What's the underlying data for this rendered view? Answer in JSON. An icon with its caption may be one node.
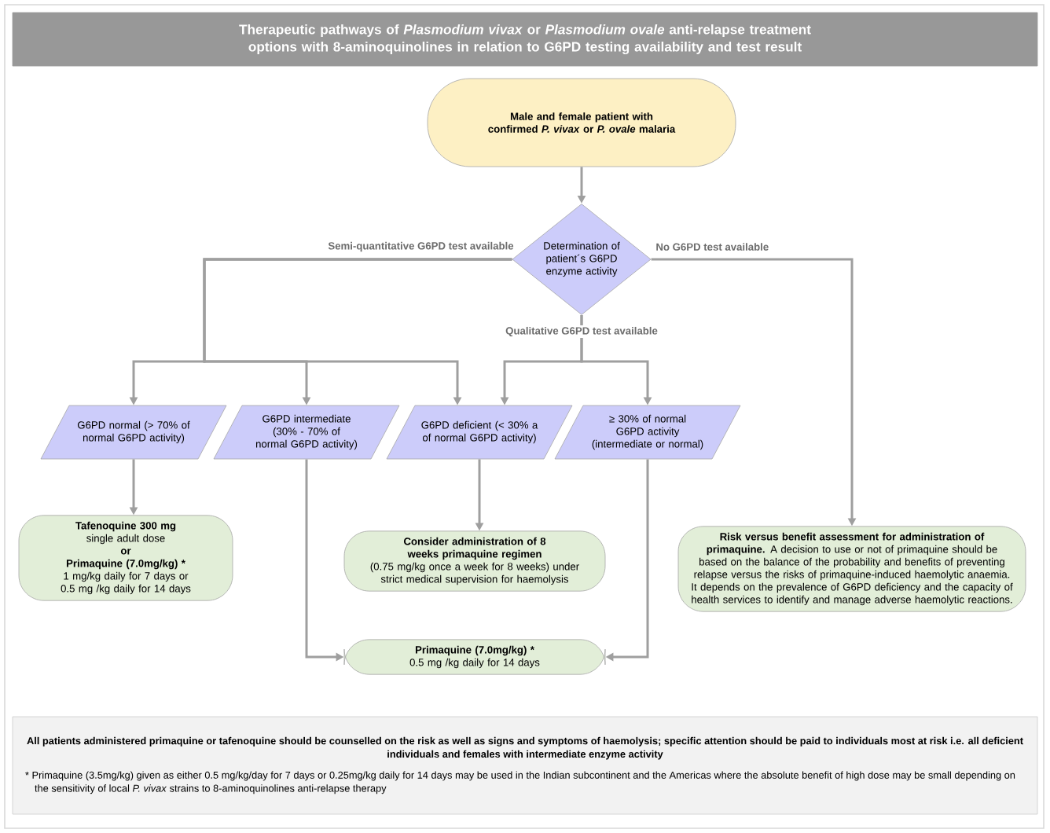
{
  "diagram": {
    "title": "Therapeutic pathways of *Plasmodium vivax* or *Plasmodium ovale* anti-relapse treatment options with 8-aminoquinolines in relation to G6PD testing availability and test result",
    "nodes": [
      {
        "text": [
          "Male and female patient with confirmed *P. vivax* or *P. ovale* malaria"
        ]
      },
      {
        "text": [
          "Determination of patient´s G6PD enzyme activity"
        ]
      },
      {
        "text": [
          "G6PD normal (> 70% of normal G6PD activity)"
        ]
      },
      {
        "text": [
          "G6PD intermediate (30% - 70% of normal G6PD activity)"
        ]
      },
      {
        "text": [
          "G6PD deficient (< 30% a of normal G6PD activity)"
        ]
      },
      {
        "text": [
          "≥ 30% of normal G6PD activity (intermediate or normal)"
        ]
      },
      {
        "text": [
          "Tafenoquine 300 mg",
          "single adult dose",
          "or",
          "Primaquine (7.0mg/kg) *",
          "1 mg/kg daily for 7 days or 0.5 mg /kg daily for 14 days"
        ]
      },
      {
        "text": [
          "Consider administration of 8 weeks primaquine regimen",
          "(0.75 mg/kg once a week for 8 weeks) under strict medical supervision for haemolysis"
        ]
      },
      {
        "text": [
          "**Risk versus benefit assessment for administration of primaquine.** A decision to use or not of primaquine should be based on the balance of the probability and benefits of preventing relapse versus the risks of primaquine-induced haemolytic anaemia. It depends on the prevalence of G6PD deficiency and the capacity of health services to identify and manage adverse haemolytic reactions."
        ]
      },
      {
        "text": [
          "Primaquine (7.0mg/kg) *",
          "0.5 mg /kg daily for 14 days"
        ]
      },
      {
        "text": [
          "All patients administered primaquine or tafenoquine should be counselled on the risk as well as signs and symptoms of haemolysis; specific attention should be paid to individuals most at risk i.e. all deficient individuals and females with intermediate enzyme activity",
          "* Primaquine (3.5mg/kg) given as either 0.5 mg/kg/day for 7 days or 0.25mg/kg daily for 14 days may be used in the Indian subcontinent and the Americas where the absolute benefit of high dose may be small depending on the sensitivity of local *P. vivax* strains to 8-aminoquinolines anti-relapse therapy"
        ]
      }
    ],
    "edges": [
      {
        "from": 0,
        "to": 1,
        "arrow": "to"
      },
      {
        "from": 1,
        "to": 2,
        "arrow": "to",
        "label": "Semi-quantitative G6PD test available"
      },
      {
        "from": 1,
        "to": 3,
        "arrow": "to"
      },
      {
        "from": 1,
        "to": 4,
        "arrow": "to"
      },
      {
        "from": 1,
        "to": 4,
        "arrow": "to",
        "label": "Qualitative G6PD test available"
      },
      {
        "from": 1,
        "to": 5,
        "arrow": "to"
      },
      {
        "from": 1,
        "to": 8,
        "arrow": "to",
        "label": "No G6PD test available"
      },
      {
        "from": 2,
        "to": 6,
        "arrow": "to"
      },
      {
        "from": 3,
        "to": 9,
        "arrow": "to"
      },
      {
        "from": 4,
        "to": 7,
        "arrow": "to"
      },
      {
        "from": 5,
        "to": 9,
        "arrow": "to"
      }
    ]
  }
}
